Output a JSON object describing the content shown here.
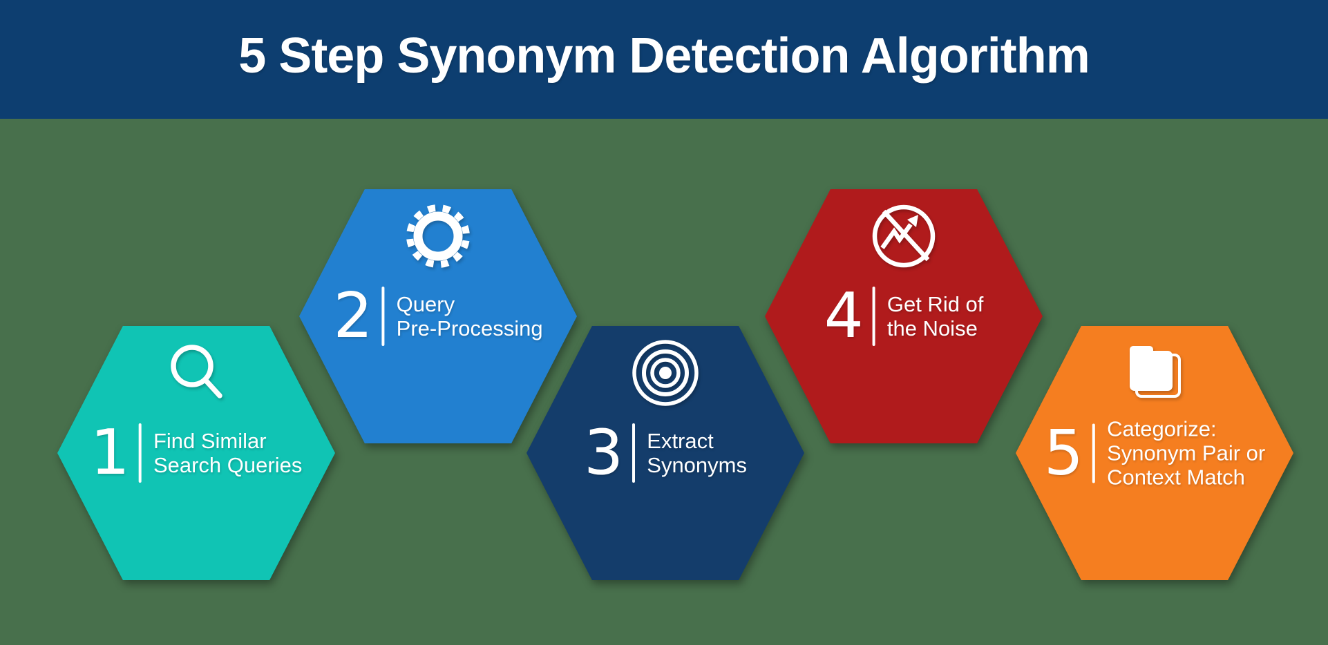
{
  "page": {
    "background_color": "#48704c"
  },
  "header": {
    "title": "5 Step Synonym Detection Algorithm",
    "bg_color": "#0d3e70",
    "text_color": "#ffffff"
  },
  "steps": [
    {
      "number": "1",
      "label_lines": [
        "Find Similar",
        "Search Queries"
      ],
      "hex_color": "#10c4b4",
      "icon": "search-icon"
    },
    {
      "number": "2",
      "label_lines": [
        "Query",
        "Pre-Processing"
      ],
      "hex_color": "#2280d0",
      "icon": "gear-icon"
    },
    {
      "number": "3",
      "label_lines": [
        "Extract",
        "Synonyms"
      ],
      "hex_color": "#143d6b",
      "icon": "target-icon"
    },
    {
      "number": "4",
      "label_lines": [
        "Get Rid of",
        "the Noise"
      ],
      "hex_color": "#b01b1c",
      "icon": "no-noise-icon"
    },
    {
      "number": "5",
      "label_lines": [
        "Categorize:",
        "Synonym Pair or",
        "Context Match"
      ],
      "hex_color": "#f57e20",
      "icon": "folder-icon"
    }
  ]
}
